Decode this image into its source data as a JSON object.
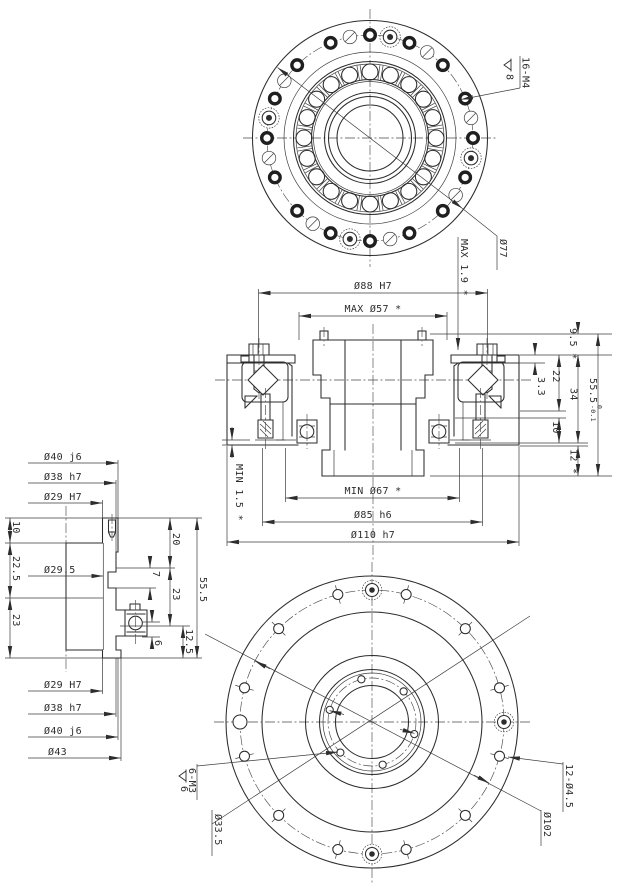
{
  "top_view": {
    "thread_callout": "16-M4",
    "thread_depth": "8",
    "outer_dia": "Ø77",
    "max_height": "MAX 1.9 *"
  },
  "section_view": {
    "bore_dia": "Ø88 H7",
    "max_bore": "MAX Ø57 *",
    "d_9_5": "9.5 *",
    "d_3_3": "3.3",
    "d_22": "22",
    "d_34": "34",
    "d_10": "10",
    "d_12": "12 *",
    "overall": "55.5",
    "tol_upper": "0",
    "tol_lower": "-0.1",
    "min_gap": "MIN 1.5 *",
    "min_dia": "MIN Ø67 *",
    "spigot_dia": "Ø85 h6",
    "outer_dia": "Ø110 h7"
  },
  "side_view": {
    "dia_top_1": "Ø40 j6",
    "dia_top_2": "Ø38 h7",
    "dia_top_3": "Ø29 H7",
    "dia_mid": "Ø29.5",
    "d_10": "10",
    "d_22_5": "22.5",
    "d_23_left": "23",
    "d_20": "20",
    "d_7": "7",
    "d_23_right": "23",
    "d_6": "6",
    "d_12_5": "12.5",
    "overall": "55.5",
    "dia_bot_1": "Ø29 H7",
    "dia_bot_2": "Ø38 h7",
    "dia_bot_3": "Ø40 j6",
    "dia_bot_4": "Ø43"
  },
  "bottom_view": {
    "thread_callout": "6-M3",
    "thread_depth": "6",
    "pcd": "Ø33.5",
    "holes": "12-Ø4.5",
    "bolt_circle": "Ø102"
  },
  "patterns": {
    "top_thread_holes": 16,
    "top_screws": 4,
    "top_pins": 8,
    "bearing_balls": 20,
    "bottom_holes": 12,
    "bottom_screws": 3,
    "inner_holes": 6
  }
}
